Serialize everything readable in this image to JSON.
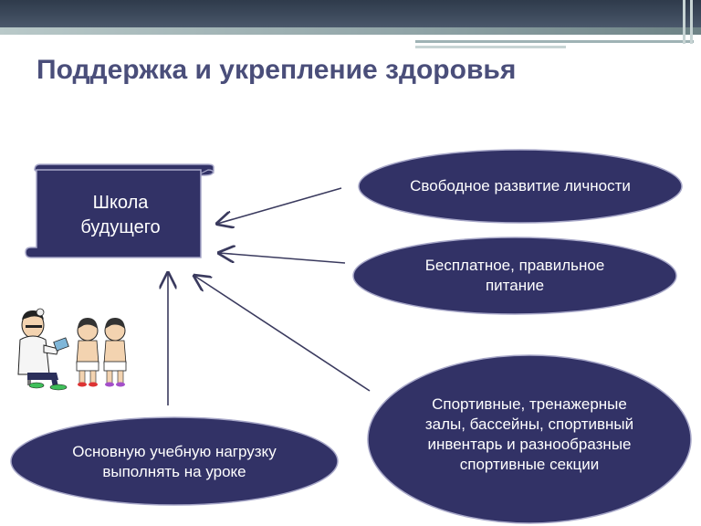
{
  "title": "Поддержка и укрепление здоровья",
  "colors": {
    "node_fill": "#323266",
    "node_stroke": "#a7a7c8",
    "title": "#4a4e7a",
    "arrow": "#3a3a5e",
    "header_bar": "#3e4b5d"
  },
  "center": {
    "text": "Школа будущего"
  },
  "nodes": [
    {
      "id": "personality",
      "text": "Свободное развитие личности"
    },
    {
      "id": "nutrition",
      "text": "Бесплатное, правильное питание"
    },
    {
      "id": "sports",
      "text": "Спортивные, тренажерные залы, бассейны, спортивный инвентарь и разнообразные спортивные секции"
    },
    {
      "id": "workload",
      "text": "Основную учебную нагрузку выполнять на уроке"
    }
  ],
  "illustration": "doctor-examining-children-clipart"
}
